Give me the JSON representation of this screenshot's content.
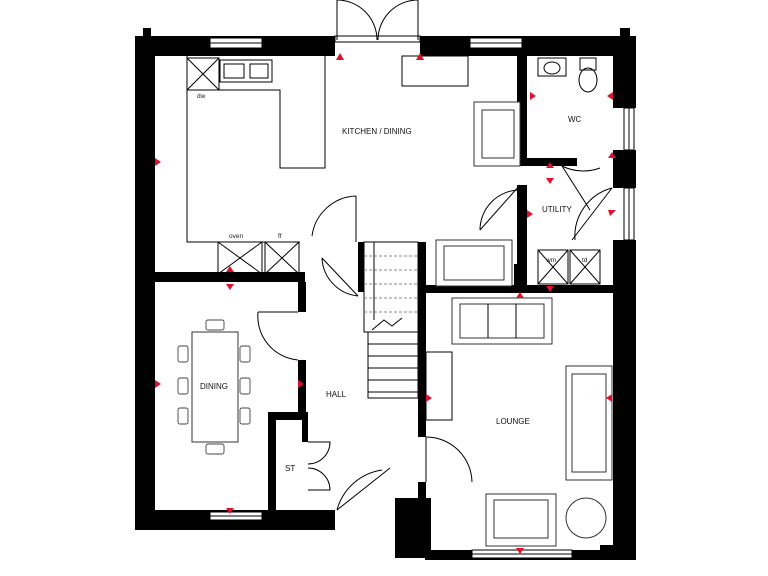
{
  "rooms": {
    "kitchen_dining": "KITCHEN / DINING",
    "wc": "WC",
    "utility": "UTILITY",
    "dining": "DINING",
    "hall": "HALL",
    "lounge": "LOUNGE",
    "store": "ST"
  },
  "appliances": {
    "dishwasher": "dw",
    "oven": "oven",
    "fridge_freezer": "ff",
    "washing_machine": "wm",
    "tumble_dryer": "td"
  },
  "colors": {
    "wall": "#000000",
    "marker": "#e0102a",
    "background": "#ffffff"
  }
}
